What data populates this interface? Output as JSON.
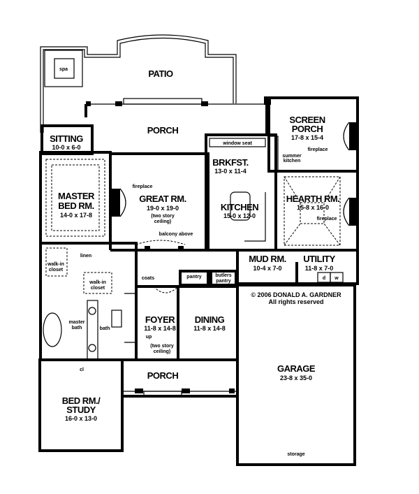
{
  "rooms": {
    "patio": {
      "name": "PATIO"
    },
    "spa": {
      "name": "spa"
    },
    "porch_rear": {
      "name": "PORCH"
    },
    "sitting": {
      "name": "SITTING",
      "dim": "10-0 x 6-0"
    },
    "master_bed": {
      "name1": "MASTER",
      "name2": "BED RM.",
      "dim": "14-0 x 17-8"
    },
    "great_rm": {
      "name": "GREAT RM.",
      "dim": "19-0 x 19-0",
      "note1": "(two story",
      "note2": "ceiling)",
      "fireplace": "fireplace",
      "balcony": "balcony above"
    },
    "screen_porch": {
      "name1": "SCREEN",
      "name2": "PORCH",
      "dim": "17-8 x 15-4",
      "fireplace": "fireplace",
      "summer1": "summer",
      "summer2": "kitchen"
    },
    "brkfst": {
      "name": "BRKFST.",
      "dim": "13-0 x 11-4",
      "window_seat": "window seat"
    },
    "kitchen": {
      "name": "KITCHEN",
      "dim": "15-0 x 12-0"
    },
    "hearth_rm": {
      "name": "HEARTH RM.",
      "dim": "15-8 x 16-0",
      "fireplace": "fireplace"
    },
    "mud_rm": {
      "name": "MUD RM.",
      "dim": "10-4 x 7-0"
    },
    "utility": {
      "name": "UTILITY",
      "dim": "11-8 x 7-0",
      "d": "d",
      "w": "w"
    },
    "closets": {
      "walkin": "walk-in",
      "closet": "closet",
      "linen": "linen",
      "coats": "coats",
      "pantry": "pantry",
      "butlers1": "butlers",
      "butlers2": "pantry",
      "cl": "cl"
    },
    "master_bath": {
      "name1": "master",
      "name2": "bath"
    },
    "bath": {
      "name": "bath"
    },
    "foyer": {
      "name": "FOYER",
      "dim": "11-8 x 14-8",
      "up": "up",
      "note1": "(two story",
      "note2": "ceiling)"
    },
    "dining": {
      "name": "DINING",
      "dim": "11-8 x 14-8"
    },
    "porch_front": {
      "name": "PORCH"
    },
    "bed_study": {
      "name1": "BED RM./",
      "name2": "STUDY",
      "dim": "16-0 x 13-0"
    },
    "garage": {
      "name": "GARAGE",
      "dim": "23-8 x 35-0",
      "storage": "storage"
    }
  },
  "copyright": {
    "line1": "© 2006 DONALD A. GARDNER",
    "line2": "All rights reserved"
  }
}
